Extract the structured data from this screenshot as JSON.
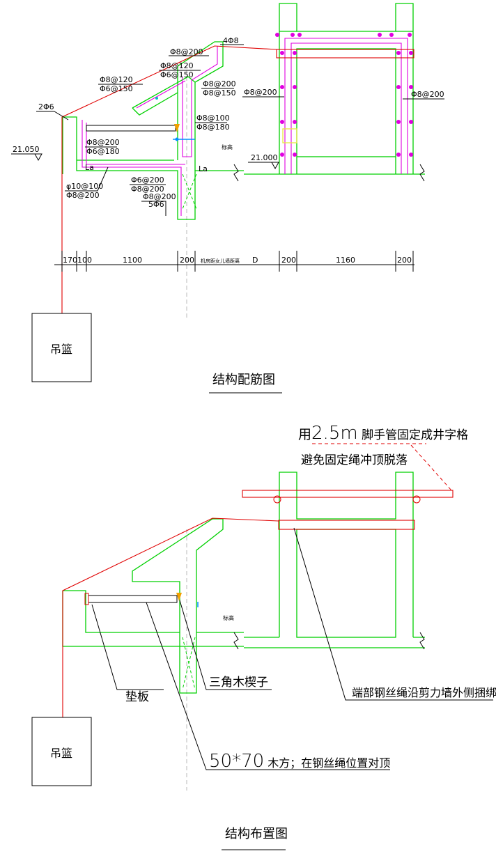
{
  "drawing_top": {
    "title": "结构配筋图",
    "basket_label": "吊篮",
    "rebar_labels": {
      "r1": "4Φ8",
      "r2": "Φ8@200",
      "r3": "Φ8@120",
      "r4": "Φ6@150",
      "r5": "Φ8@120",
      "r6": "Φ6@150",
      "r7": "Φ8@200",
      "r8": "Φ8@150",
      "r9": "2Φ6",
      "r10": "Φ8@100",
      "r11": "Φ8@180",
      "r12": "Φ8@200",
      "r13": "Φ6@180",
      "r14": "φ10@100",
      "r15": "Φ8@200",
      "r16": "Φ6@200",
      "r17": "Φ8@200",
      "r18": "Φ8@200",
      "r19": "5Φ6",
      "r20": "Φ8@200",
      "r21": "Φ8@200",
      "la1": "La",
      "la2": "La"
    },
    "elevations": {
      "left": "21.050",
      "right": "21.000"
    },
    "level_label": "标高",
    "dimensions": {
      "d1": "170",
      "d2": "100",
      "d3": "1100",
      "d4": "200",
      "d5": "机房距女儿墙距离",
      "d6": "D",
      "d7": "200",
      "d8": "1160",
      "d9": "200"
    }
  },
  "drawing_bottom": {
    "title": "结构布置图",
    "basket_label": "吊篮",
    "level_label": "标高",
    "notes": {
      "pipe_prefix": "用",
      "pipe_num": "2.5m",
      "pipe_text": " 脚手管固定成井字格",
      "avoid": "避免固定绳冲顶脱落",
      "wedge": "三角木楔子",
      "pad": "垫板",
      "end_wire": "端部钢丝绳沿剪力墙外侧捆绑",
      "timber_num": "50*70",
      "timber_text": " 木方；在钢丝绳位置对顶"
    }
  },
  "colors": {
    "concrete": "#00d000",
    "rope": "#e00000",
    "rebar": "#e000e0",
    "wedge": "#f0a000",
    "marker": "#0090ff"
  }
}
